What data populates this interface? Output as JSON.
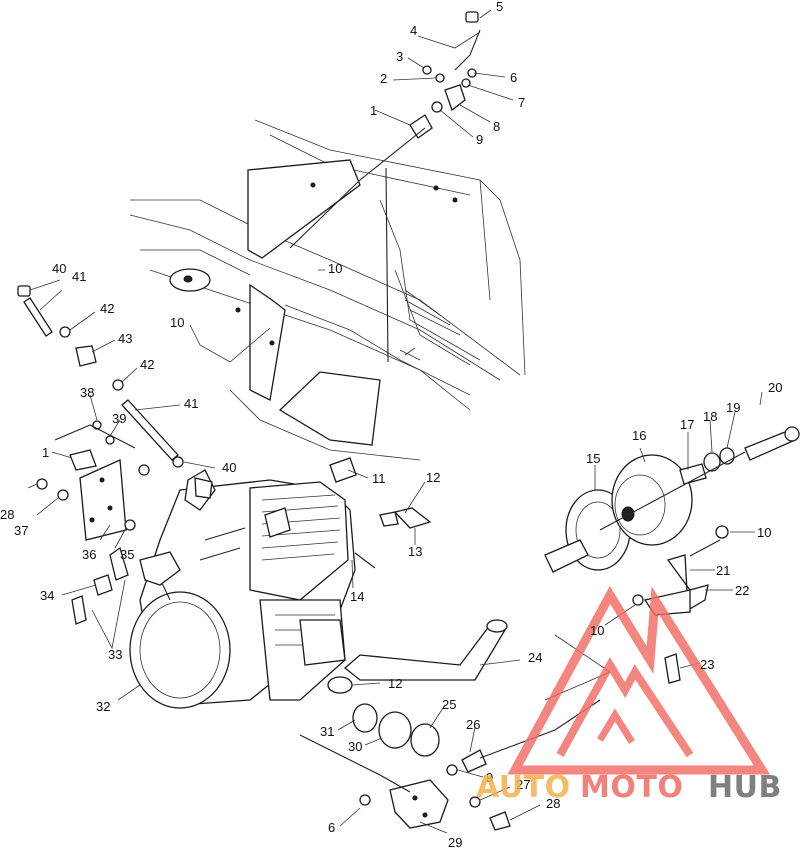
{
  "callouts": [
    {
      "id": "c5",
      "text": "5"
    },
    {
      "id": "c4",
      "text": "4"
    },
    {
      "id": "c3",
      "text": "3"
    },
    {
      "id": "c6a",
      "text": "6"
    },
    {
      "id": "c2",
      "text": "2"
    },
    {
      "id": "c7",
      "text": "7"
    },
    {
      "id": "c1a",
      "text": "1"
    },
    {
      "id": "c8",
      "text": "8"
    },
    {
      "id": "c9a",
      "text": "9"
    },
    {
      "id": "c10a",
      "text": "10"
    },
    {
      "id": "c40a",
      "text": "40"
    },
    {
      "id": "c41a",
      "text": "41"
    },
    {
      "id": "c42a",
      "text": "42"
    },
    {
      "id": "c10b",
      "text": "10"
    },
    {
      "id": "c43",
      "text": "43"
    },
    {
      "id": "c42b",
      "text": "42"
    },
    {
      "id": "c41b",
      "text": "41"
    },
    {
      "id": "c38",
      "text": "38"
    },
    {
      "id": "c39",
      "text": "39"
    },
    {
      "id": "c1b",
      "text": "1"
    },
    {
      "id": "c40b",
      "text": "40"
    },
    {
      "id": "c11",
      "text": "11"
    },
    {
      "id": "c12a",
      "text": "12"
    },
    {
      "id": "c13",
      "text": "13"
    },
    {
      "id": "c28a",
      "text": "28"
    },
    {
      "id": "c37",
      "text": "37"
    },
    {
      "id": "c36",
      "text": "36"
    },
    {
      "id": "c35",
      "text": "35"
    },
    {
      "id": "c34",
      "text": "34"
    },
    {
      "id": "c33",
      "text": "33"
    },
    {
      "id": "c32",
      "text": "32"
    },
    {
      "id": "c14",
      "text": "14"
    },
    {
      "id": "c20",
      "text": "20"
    },
    {
      "id": "c16",
      "text": "16"
    },
    {
      "id": "c17",
      "text": "17"
    },
    {
      "id": "c18",
      "text": "18"
    },
    {
      "id": "c19",
      "text": "19"
    },
    {
      "id": "c15",
      "text": "15"
    },
    {
      "id": "c10c",
      "text": "10"
    },
    {
      "id": "c21",
      "text": "21"
    },
    {
      "id": "c22",
      "text": "22"
    },
    {
      "id": "c10d",
      "text": "10"
    },
    {
      "id": "c23",
      "text": "23"
    },
    {
      "id": "c24",
      "text": "24"
    },
    {
      "id": "c12b",
      "text": "12"
    },
    {
      "id": "c31",
      "text": "31"
    },
    {
      "id": "c25",
      "text": "25"
    },
    {
      "id": "c30",
      "text": "30"
    },
    {
      "id": "c26",
      "text": "26"
    },
    {
      "id": "c9b",
      "text": "9"
    },
    {
      "id": "c27",
      "text": "27"
    },
    {
      "id": "c28b",
      "text": "28"
    },
    {
      "id": "c6b",
      "text": "6"
    },
    {
      "id": "c29",
      "text": "29"
    }
  ],
  "watermark": {
    "word_auto": "AUTO",
    "word_moto": "MOTO",
    "word_hub": "HUB",
    "color_red": "#f26b63",
    "color_orange": "#f5b14a",
    "color_grey": "#6b6b6b"
  }
}
